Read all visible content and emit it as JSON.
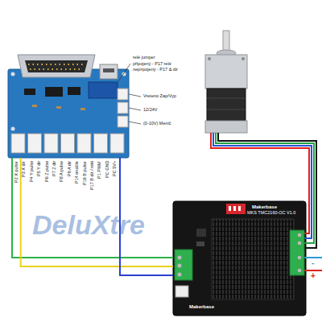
{
  "diagram": {
    "nodes": [
      {
        "text": [
          "P2 X pulse",
          "P3 X dir",
          "P4 Y pulse",
          "P5 Y dir",
          "P6 Z pulse",
          "P7 Z dir",
          "P8 A pulse",
          "P9 A dir",
          "P14 enable",
          "P16 B pulse",
          "P17 B dir / relé",
          "P1 PWM",
          "PC GND",
          "PC 5V+"
        ]
      },
      {
        "text": [
          "Makerbase",
          "MKS TMC2160-OC V1.0",
          "Makerbase"
        ]
      }
    ],
    "edges": [
      {
        "from": 0,
        "to": 1,
        "arrow": "none"
      },
      {
        "from": 0,
        "to": 1,
        "arrow": "none"
      },
      {
        "from": 0,
        "to": 1,
        "arrow": "none"
      }
    ],
    "labels": [
      "relé jumper",
      "připojený - P17 relé",
      "nepripojený - P17 & dir",
      "Vreteno Zap/Vyp",
      "12/24V",
      "(0-10V) Menič",
      "DeluXtre",
      "-",
      "+"
    ]
  }
}
